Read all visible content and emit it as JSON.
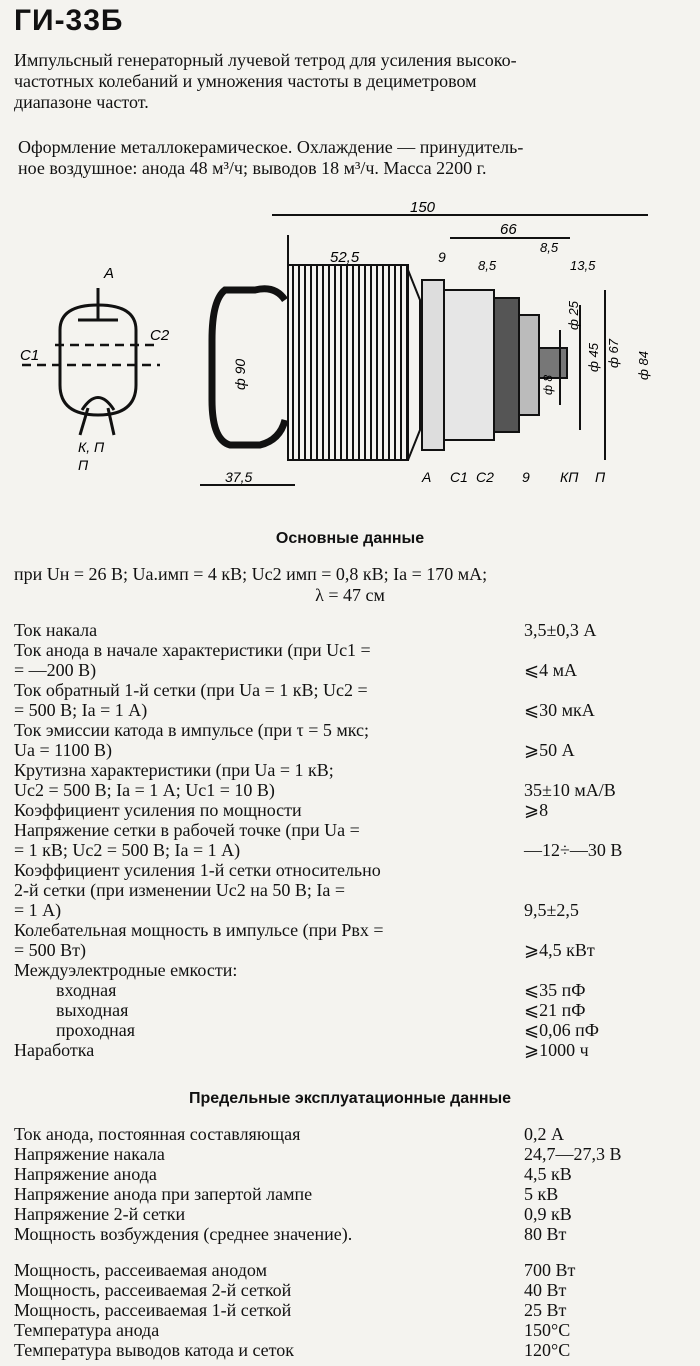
{
  "title": "ГИ-33Б",
  "intro": [
    "Импульсный генераторный лучевой тетрод для усиления высоко-",
    "частотных колебаний и умножения частоты в дециметровом",
    "диапазоне частот."
  ],
  "design": [
    "Оформление металлокерамическое. Охлаждение — принудитель-",
    "ное воздушное: анода 48 м³/ч; выводов 18 м³/ч. Масса 2200 г."
  ],
  "symbol_labels": {
    "anode": "A",
    "grid2": "C2",
    "grid1": "C1",
    "cathode": "К, П",
    "heater": "П"
  },
  "drawing_labels": {
    "dims": [
      "150",
      "66",
      "52,5",
      "9",
      "8,5",
      "8,5",
      "13,5",
      "ф 25",
      "ф 45",
      "ф 67",
      "ф 84",
      "ф 8",
      "ф 90",
      "37,5"
    ],
    "leads": [
      "A",
      "C1",
      "C2",
      "9",
      "КП",
      "П"
    ]
  },
  "main_title": "Основные данные",
  "conditions": {
    "line1": "при Uн = 26 В; Uа.имп = 4 кВ; Uc2 имп = 0,8 кВ; Iа = 170 мА;",
    "line2": "λ = 47 см"
  },
  "main_params": [
    {
      "name": "Ток накала",
      "value": "3,5±0,3 А"
    },
    {
      "name": "Ток анода в начале характеристики (при Uc1 =\n= —200 В)",
      "value": "⩽4 мА"
    },
    {
      "name": "Ток обратный 1-й сетки (при Uа = 1 кВ; Uc2 =\n= 500 В; Iа = 1 А)",
      "value": "⩽30 мкА"
    },
    {
      "name": "Ток эмиссии катода в импульсе (при τ = 5 мкс;\nUа = 1100 В)",
      "value": "⩾50 А"
    },
    {
      "name": "Крутизна характеристики (при Uа = 1 кВ;\nUc2 = 500 В; Iа = 1 А; Uc1 = 10 В)",
      "value": "35±10 мА/В"
    },
    {
      "name": "Коэффициент усиления по мощности",
      "value": "⩾8"
    },
    {
      "name": "Напряжение сетки в рабочей точке (при Uа =\n= 1 кВ; Uc2 = 500 В; Iа = 1 А)",
      "value": "—12÷—30 В"
    },
    {
      "name": "Коэффициент усиления 1-й сетки относительно\n2-й сетки (при изменении Uc2 на 50 В; Iа =\n= 1 А)",
      "value": "9,5±2,5"
    },
    {
      "name": "Колебательная мощность в импульсе (при Pвх =\n= 500 Вт)",
      "value": "⩾4,5 кВт"
    },
    {
      "name": "Междуэлектродные емкости:",
      "value": ""
    },
    {
      "name": "входная",
      "value": "⩽35 пФ",
      "indent": true
    },
    {
      "name": "выходная",
      "value": "⩽21 пФ",
      "indent": true
    },
    {
      "name": "проходная",
      "value": "⩽0,06 пФ",
      "indent": true
    },
    {
      "name": "Наработка",
      "value": "⩾1000 ч"
    }
  ],
  "limits_title": "Предельные эксплуатационные данные",
  "limit_params": [
    {
      "name": "Ток анода, постоянная составляющая",
      "value": "0,2 А"
    },
    {
      "name": "Напряжение накала",
      "value": "24,7—27,3 В"
    },
    {
      "name": "Напряжение анода",
      "value": "4,5 кВ"
    },
    {
      "name": "Напряжение анода при запертой лампе",
      "value": "5 кВ"
    },
    {
      "name": "Напряжение 2-й сетки",
      "value": "0,9 кВ"
    },
    {
      "name": "Мощность возбуждения (среднее значение).",
      "value": "80 Вт"
    },
    {
      "name": "Мощность, рассеиваемая анодом",
      "value": "700 Вт"
    },
    {
      "name": "Мощность, рассеиваемая 2-й сеткой",
      "value": "40 Вт"
    },
    {
      "name": "Мощность, рассеиваемая 1-й сеткой",
      "value": "25 Вт"
    },
    {
      "name": "Температура анода",
      "value": "150°С"
    },
    {
      "name": "Температура выводов катода и сеток",
      "value": "120°С"
    }
  ]
}
